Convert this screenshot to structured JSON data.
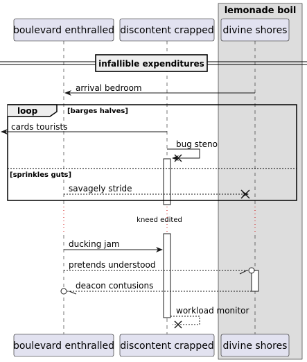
{
  "group": {
    "title": "lemonade boil",
    "bg_color": "#dddddd"
  },
  "participants": [
    {
      "name": "boulevard enthralled"
    },
    {
      "name": "discontent crapped"
    },
    {
      "name": "divine shores"
    }
  ],
  "divider": {
    "label": "infallible expenditures"
  },
  "loop": {
    "keyword": "loop",
    "guard": "[barges halves]",
    "else_guard": "[sprinkles guts]"
  },
  "messages": [
    {
      "id": "m1",
      "label": "arrival bedroom"
    },
    {
      "id": "m2",
      "label": "cards tourists"
    },
    {
      "id": "m3",
      "label": "bug steno"
    },
    {
      "id": "m4",
      "label": "savagely stride"
    },
    {
      "id": "m5",
      "label": "ducking jam"
    },
    {
      "id": "m6",
      "label": "pretends understood"
    },
    {
      "id": "m7",
      "label": "deacon contusions"
    },
    {
      "id": "m8",
      "label": "workload monitor"
    }
  ],
  "delay": {
    "label": "kneed edited"
  },
  "colors": {
    "participant_fill": "#e2e2f0",
    "line": "#181818",
    "box_bg": "#dddddd"
  }
}
